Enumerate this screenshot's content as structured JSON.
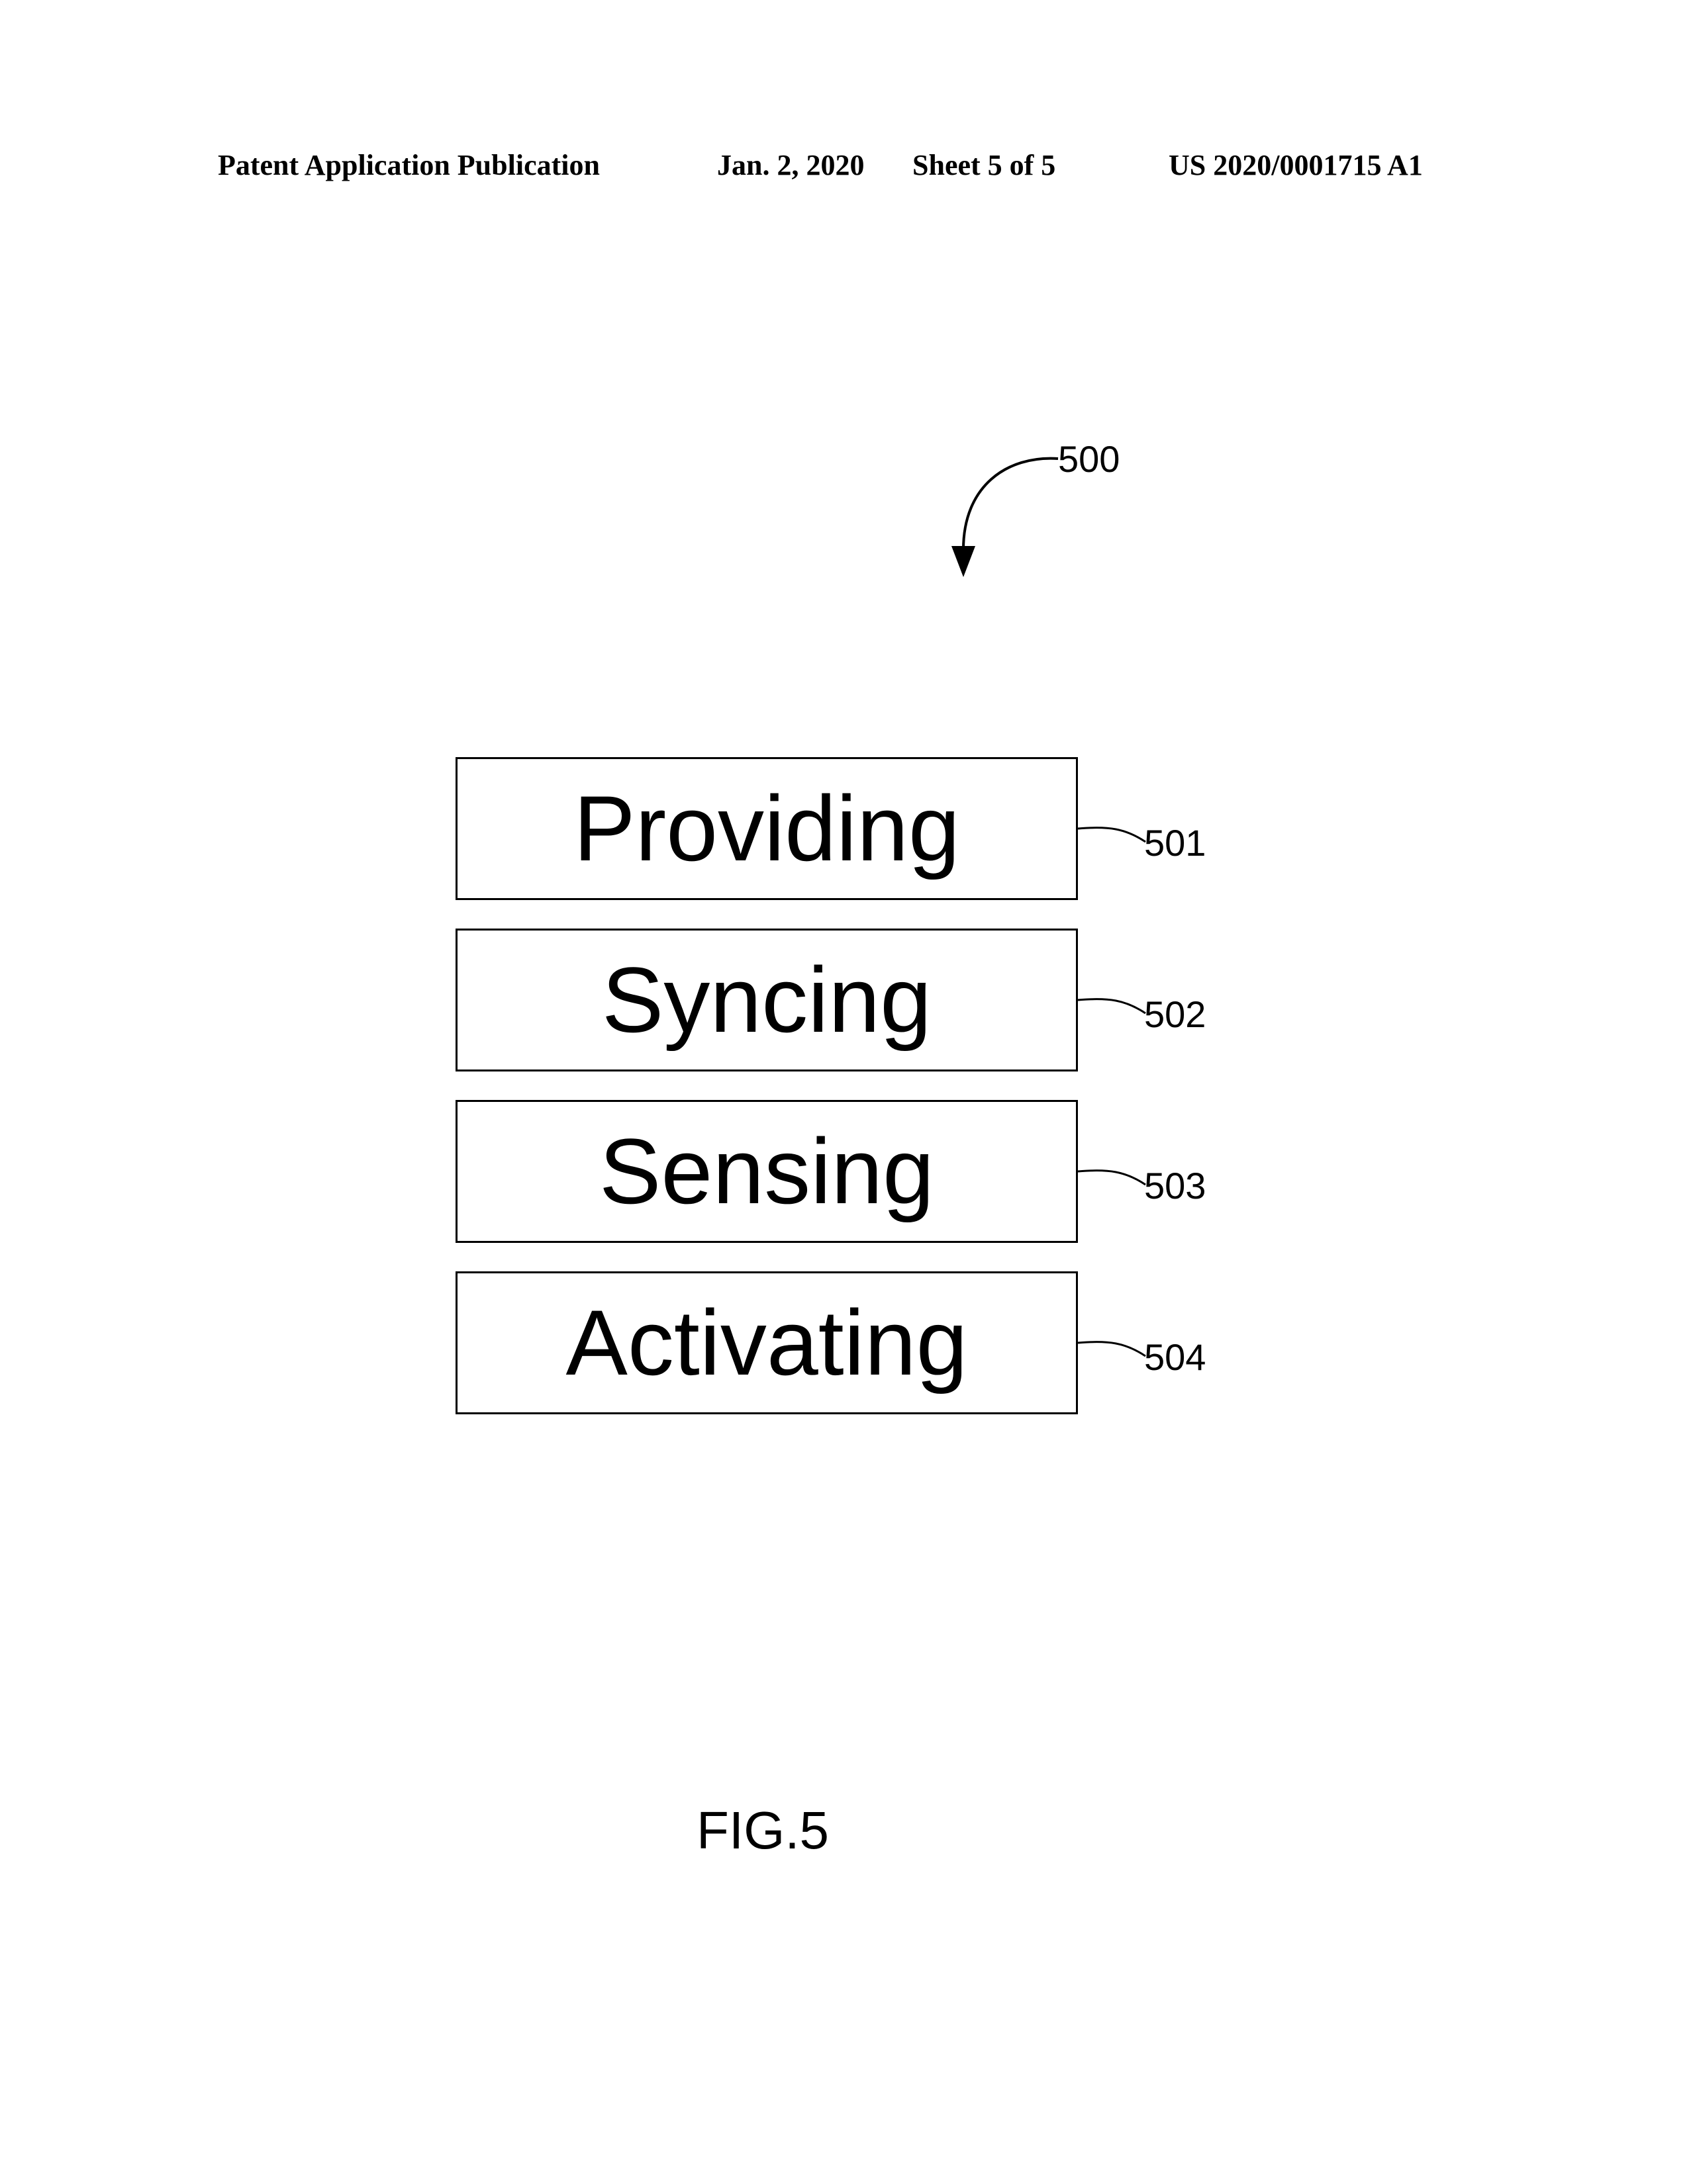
{
  "header": {
    "publication": "Patent Application Publication",
    "date": "Jan. 2, 2020",
    "sheet": "Sheet 5 of 5",
    "patent_number": "US 2020/0001715 A1"
  },
  "diagram": {
    "reference": "500",
    "steps": [
      {
        "label": "Providing",
        "ref": "501"
      },
      {
        "label": "Syncing",
        "ref": "502"
      },
      {
        "label": "Sensing",
        "ref": "503"
      },
      {
        "label": "Activating",
        "ref": "504"
      }
    ]
  },
  "caption": "FIG.5"
}
